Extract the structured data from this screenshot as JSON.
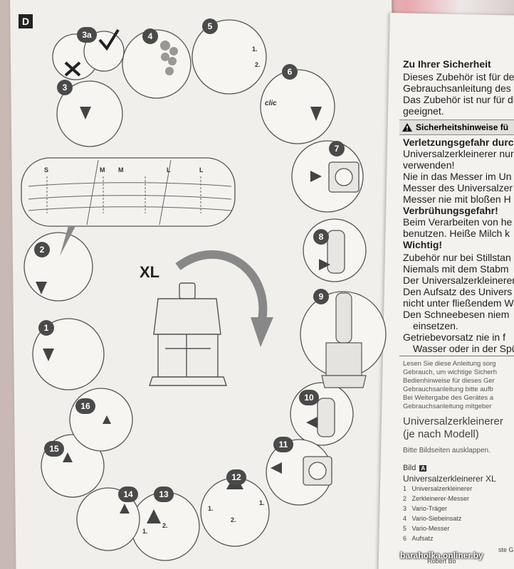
{
  "section_badge": "D",
  "watermark": "baraholka.onliner.by",
  "diagram": {
    "xl_label": "XL",
    "clic_label": "clic",
    "scale_labels": [
      "S",
      "M",
      "M",
      "L",
      "L"
    ],
    "step_numbers": [
      "1",
      "2",
      "3",
      "3a",
      "4",
      "5",
      "6",
      "7",
      "8",
      "9",
      "10",
      "11",
      "12",
      "13",
      "14",
      "15",
      "16"
    ],
    "sub_step_labels": [
      "1.",
      "2.",
      "1.",
      "2.",
      "1.",
      "2.",
      "1."
    ]
  },
  "right_page": {
    "heading": "Zu Ihrer Sicherheit",
    "intro_lines": [
      "Dieses Zubehör ist für der",
      "Gebrauchsanleitung des S",
      "Das Zubehör ist nur für die",
      "geeignet."
    ],
    "warning_bar": "Sicherheitshinweise fü",
    "lines": [
      {
        "t": "Verletzungsgefahr durch",
        "bold": true
      },
      {
        "t": "Universalzerkleinerer nur",
        "bold": false
      },
      {
        "t": "verwenden!",
        "bold": false
      },
      {
        "t": "Nie in das Messer im Un",
        "bold": false
      },
      {
        "t": "Messer des Universalzer",
        "bold": false
      },
      {
        "t": "Messer nie mit bloßen H",
        "bold": false
      },
      {
        "t": "Verbrühungsgefahr!",
        "bold": true
      },
      {
        "t": "Beim Verarbeiten von he",
        "bold": false
      },
      {
        "t": "benutzen. Heiße Milch k",
        "bold": false
      },
      {
        "t": "Wichtig!",
        "bold": true
      },
      {
        "t": "Zubehör nur bei Stillstan",
        "bold": false
      },
      {
        "t": "Niemals mit dem Stabm",
        "bold": false
      },
      {
        "t": "Der Universalzerkleinerer",
        "bold": false
      },
      {
        "t": "Den Aufsatz des Univers",
        "bold": false
      },
      {
        "t": "nicht unter fließendem W",
        "bold": false
      },
      {
        "t": "Den Schneebesen niem",
        "bold": false
      },
      {
        "t": "einsetzen.",
        "bold": false
      },
      {
        "t": "Getriebevorsatz nie in f",
        "bold": false
      },
      {
        "t": "Wasser oder in der Spü",
        "bold": false
      }
    ],
    "small_lines": [
      "Lesen Sie diese Anleitung sorg",
      "Gebrauch, um wichtige Sicherh",
      "Bedienhinweise für dieses Ger",
      "Gebrauchsanleitung bitte aufb",
      "Bei Weitergabe des Gerätes a",
      "Gebrauchsanleitung mitgeber"
    ],
    "subheading": [
      "Universalzerkleinerer",
      "(je nach Modell)"
    ],
    "fold_note": "Bitte Bildseiten ausklappen.",
    "bild": "Bild",
    "bild_badge": "A",
    "model": "Universalzerkleinerer XL",
    "parts": [
      {
        "n": "1",
        "name": "Universalzerkleinerer"
      },
      {
        "n": "2",
        "name": "Zerkleinerer-Messer"
      },
      {
        "n": "3",
        "name": "Vario-Träger"
      },
      {
        "n": "4",
        "name": "Vario-Siebeinsatz"
      },
      {
        "n": "5",
        "name": "Vario-Messer"
      },
      {
        "n": "6",
        "name": "Aufsatz"
      }
    ],
    "bottom_fragment": "Robert Bo",
    "bottom_fragment2": "ste G"
  },
  "colors": {
    "paper": "#f1efeb",
    "ink": "#1f1f1f",
    "badge": "#4a4a4a"
  }
}
